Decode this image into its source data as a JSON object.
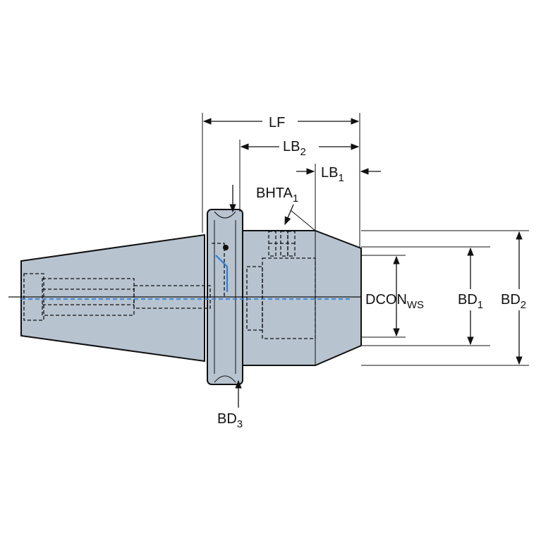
{
  "labels": {
    "lf": {
      "main": "LF",
      "sub": ""
    },
    "lb2": {
      "main": "LB",
      "sub": "2"
    },
    "lb1": {
      "main": "LB",
      "sub": "1"
    },
    "bhta1": {
      "main": "BHTA",
      "sub": "1"
    },
    "dcon_ws": {
      "main": "DCON",
      "sub": "WS"
    },
    "bd1": {
      "main": "BD",
      "sub": "1"
    },
    "bd2": {
      "main": "BD",
      "sub": "2"
    },
    "bd3": {
      "main": "BD",
      "sub": "3"
    }
  },
  "colors": {
    "body": "#b7c3cf",
    "outline": "#111111",
    "coolant": "#2f7fd8"
  }
}
